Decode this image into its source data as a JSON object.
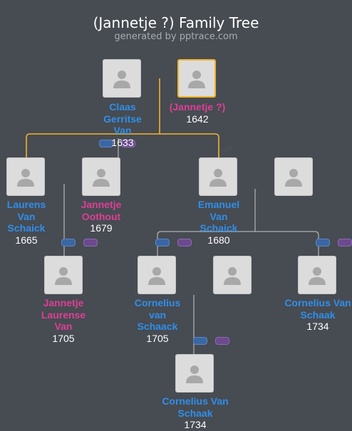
{
  "header": {
    "title": "(Jannetje ?) Family Tree",
    "subtitle": "generated by pptrace.com"
  },
  "colors": {
    "male": "#2f8fe9",
    "female": "#dd3f95",
    "selected_border": "#f0b429",
    "ancestor_line": "#f0b429",
    "descendant_line": "#c9c9c9"
  },
  "persons": [
    {
      "id": "claas",
      "name": "Claas Gerritse Van",
      "year": "1633",
      "gender": "male",
      "icon": "person-silhouette-icon"
    },
    {
      "id": "jannetje-root",
      "name": "(Jannetje ?)",
      "year": "1642",
      "gender": "female",
      "icon": "person-silhouette-icon",
      "selected": true
    },
    {
      "id": "laurens",
      "name": "Laurens Van Schaick",
      "year": "1665",
      "gender": "male",
      "icon": "person-silhouette-icon"
    },
    {
      "id": "jannetje-oothout",
      "name": "Jannetje Oothout",
      "year": "1679",
      "gender": "female",
      "icon": "person-silhouette-icon"
    },
    {
      "id": "emanuel",
      "name": "Emanuel Van Schaick",
      "year": "1680",
      "gender": "male",
      "icon": "person-silhouette-icon"
    },
    {
      "id": "emanuel-spouse",
      "name": "",
      "year": "",
      "gender": "unknown",
      "icon": "person-silhouette-icon"
    },
    {
      "id": "jannetje-laurense",
      "name": "Jannetje Laurense Van",
      "year": "1705",
      "gender": "female",
      "icon": "person-silhouette-icon"
    },
    {
      "id": "cornelius-van-schaack",
      "name": "Cornelius van Schaack",
      "year": "1705",
      "gender": "male",
      "icon": "person-silhouette-icon"
    },
    {
      "id": "cornelius-spouse",
      "name": "",
      "year": "",
      "gender": "unknown",
      "icon": "person-silhouette-icon"
    },
    {
      "id": "cornelius-1734-a",
      "name": "Cornelius Van Schaak",
      "year": "1734",
      "gender": "male",
      "icon": "person-silhouette-icon"
    },
    {
      "id": "cornelius-1734-b",
      "name": "Cornelius Van Schaak",
      "year": "1734",
      "gender": "male",
      "icon": "person-silhouette-icon"
    }
  ]
}
